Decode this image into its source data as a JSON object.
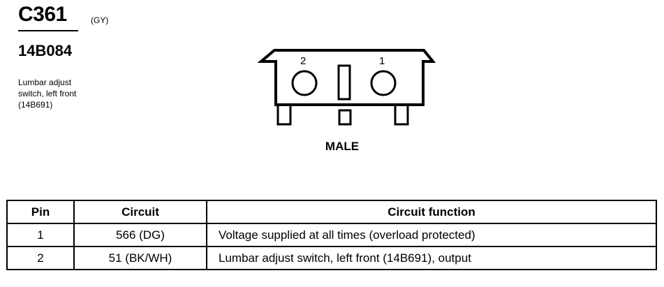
{
  "connector": {
    "id": "C361",
    "color": "(GY)",
    "part_number": "14B084",
    "description": "Lumbar adjust\nswitch, left front\n(14B691)",
    "gender": "MALE",
    "pin_labels": [
      "2",
      "1"
    ]
  },
  "table": {
    "headers": [
      "Pin",
      "Circuit",
      "Circuit function"
    ],
    "rows": [
      {
        "pin": "1",
        "circuit": "566 (DG)",
        "function": "Voltage supplied at all times (overload protected)"
      },
      {
        "pin": "2",
        "circuit": "51 (BK/WH)",
        "function": "Lumbar adjust switch, left front (14B691), output"
      }
    ]
  }
}
